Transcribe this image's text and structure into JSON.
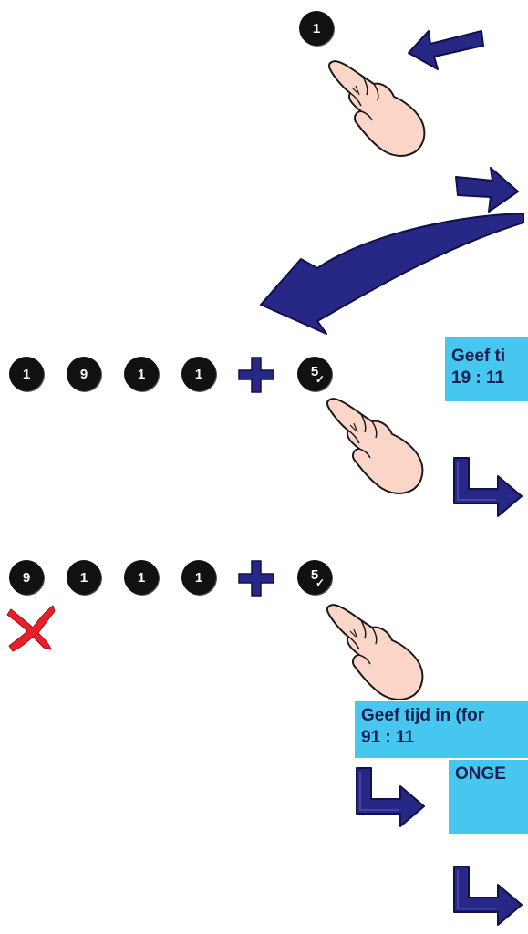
{
  "colors": {
    "arrow": "#272785",
    "lcd_background": "#46c7ef",
    "lcd_text": "#1a2050",
    "key": "#111111",
    "error_cross": "#e8202a",
    "hand_skin": "#fbd5c8"
  },
  "step1": {
    "key_label": "1"
  },
  "step2": {
    "keys": [
      "1",
      "9",
      "1",
      "1"
    ],
    "confirm_key_label": "5",
    "display_line1": "Geef ti",
    "display_line2": "19 : 11"
  },
  "step3": {
    "keys": [
      "9",
      "1",
      "1",
      "1"
    ],
    "confirm_key_label": "5",
    "display_line1": "Geef tijd in (for",
    "display_line2": "91 : 11",
    "error_display_line1": "ONGE"
  },
  "icons": {
    "arrow": "arrow-icon",
    "hand": "pointing-hand-icon",
    "plus": "plus-icon",
    "cross": "error-cross-icon",
    "check": "check-icon"
  }
}
